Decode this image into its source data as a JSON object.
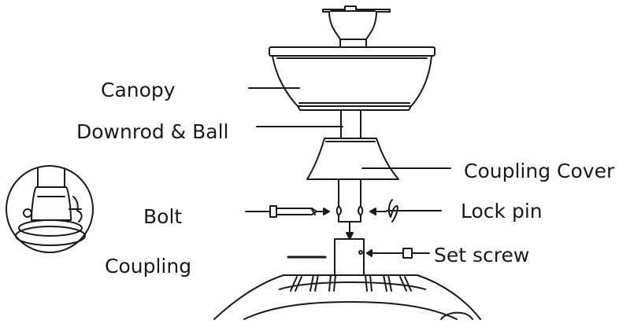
{
  "labels": {
    "canopy": "Canopy",
    "downrod_ball": "Downrod & Ball",
    "coupling_cover": "Coupling Cover",
    "bolt": "Bolt",
    "lock_pin": "Lock pin",
    "set_screw": "Set screw",
    "coupling": "Coupling"
  },
  "colors": {
    "line": "#1a1a1a",
    "background": "#ffffff"
  }
}
